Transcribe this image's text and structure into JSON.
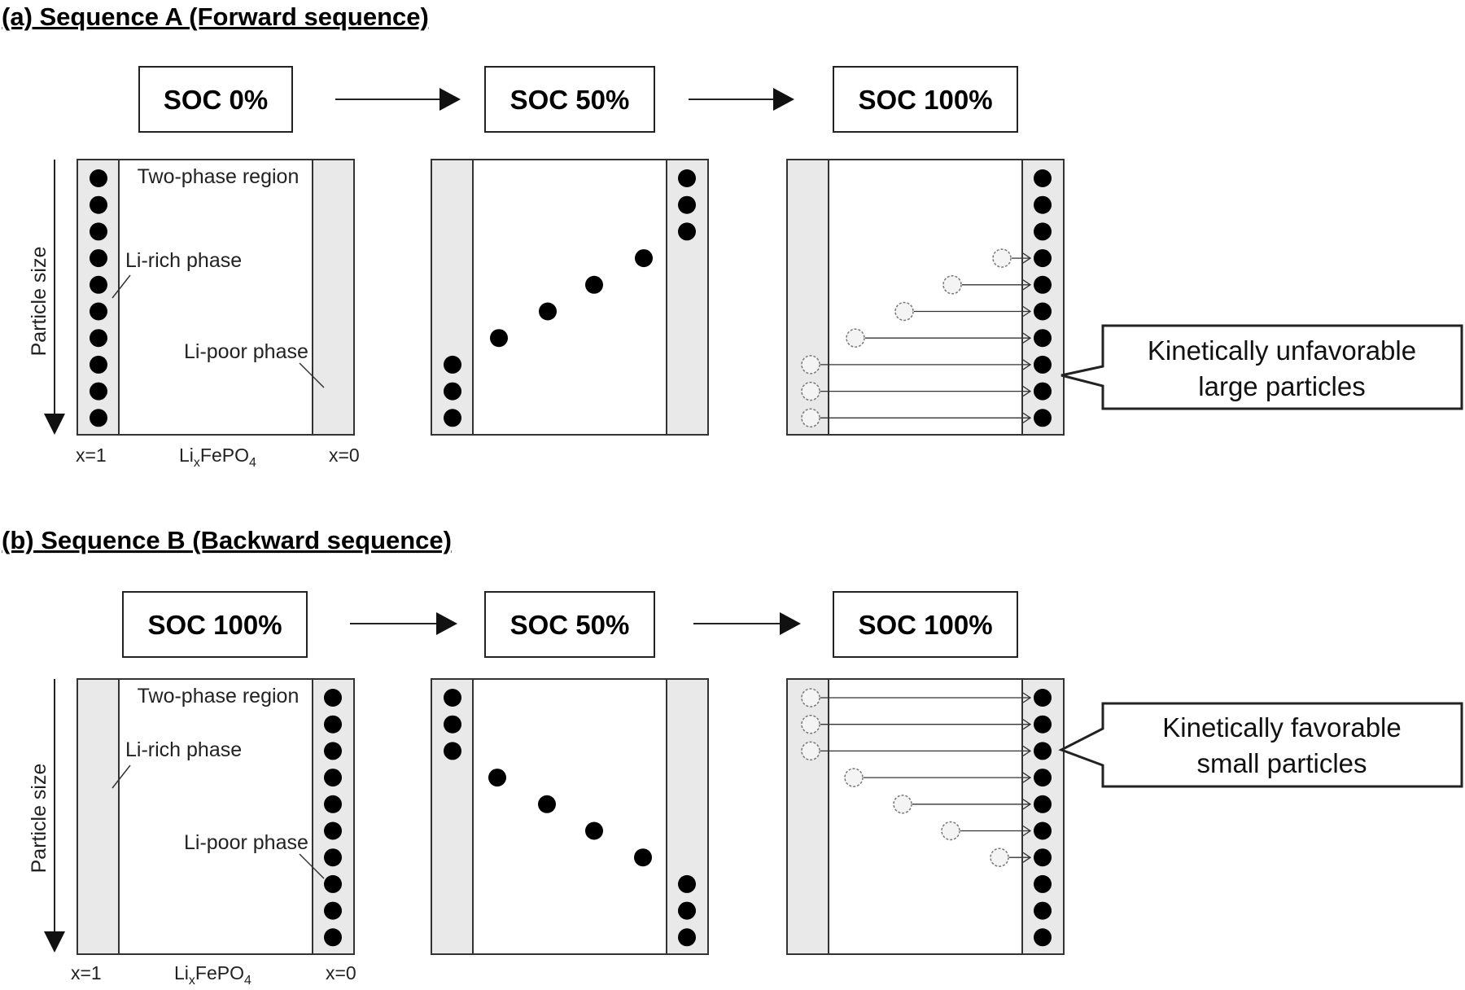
{
  "panel_a": {
    "title": "(a) Sequence A (Forward sequence)",
    "soc_labels": [
      "SOC 0%",
      "SOC 50%",
      "SOC 100%"
    ],
    "particle_size_label": "Particle size",
    "two_phase_label": "Two-phase region",
    "li_rich_label": "Li-rich phase",
    "li_poor_label": "Li-poor phase",
    "x_left_label": "x=1",
    "x_right_label": "x=0",
    "compound_main": "Li",
    "compound_sub_x": "x",
    "compound_mid": "FePO",
    "compound_sub_4": "4",
    "callout_line1": "Kinetically unfavorable",
    "callout_line2": "large particles"
  },
  "panel_b": {
    "title": "(b) Sequence B (Backward sequence)",
    "soc_labels": [
      "SOC 100%",
      "SOC 50%",
      "SOC 100%"
    ],
    "particle_size_label": "Particle size",
    "two_phase_label": "Two-phase region",
    "li_rich_label": "Li-rich phase",
    "li_poor_label": "Li-poor phase",
    "x_left_label": "x=1",
    "x_right_label": "x=0",
    "compound_main": "Li",
    "compound_sub_x": "x",
    "compound_mid": "FePO",
    "compound_sub_4": "4",
    "callout_line1": "Kinetically favorable",
    "callout_line2": "small particles"
  },
  "colors": {
    "phase_fill": "#e9e9e9",
    "particle": "#000000",
    "ghost_particle": "#777777",
    "line": "#333333"
  }
}
